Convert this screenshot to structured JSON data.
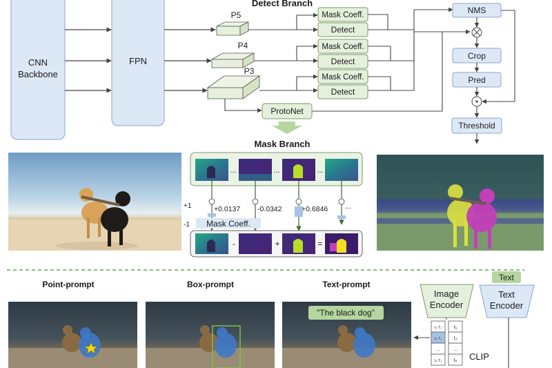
{
  "detect_branch": {
    "title": "Detect Branch",
    "backbone_line1": "CNN",
    "backbone_line2": "Backbone",
    "fpn": "FPN",
    "p5": "P5",
    "p4": "P4",
    "p3": "P3",
    "mask_coeff": "Mask Coeff.",
    "detect": "Detect",
    "protonet": "ProtoNet",
    "nms": "NMS",
    "crop": "Crop",
    "pred": "Pred",
    "threshold": "Threshold"
  },
  "mask_branch": {
    "title": "Mask Branch",
    "coefficients": [
      "+0.0137",
      "-0.0342",
      "+0.6846",
      "..."
    ],
    "ellipsis": "...",
    "plus_one": "+1",
    "minus_one": "-1",
    "mask_coeff_label": "Mask Coeff.",
    "op_minus": "-",
    "op_plus": "+",
    "op_equals": "="
  },
  "prompts": {
    "point": "Point-prompt",
    "box": "Box-prompt",
    "text": "Text-prompt",
    "text_prompt_value": "\"The black dog\""
  },
  "clip": {
    "image_encoder_line1": "Image",
    "image_encoder_line2": "Encoder",
    "text_tag": "Text",
    "text_encoder_line1": "Text",
    "text_encoder_line2": "Encoder",
    "clip_label": "CLIP",
    "matrix_left": [
      "I₁·T₁",
      "I₂·T₁",
      "...",
      "Iₙ·T₁"
    ],
    "matrix_right": [
      "I₁",
      "I₂",
      "...",
      "Iₙ"
    ]
  },
  "colors": {
    "blue_box_fill": "#dde8f6",
    "blue_box_stroke": "#8aa4c8",
    "green_box_fill": "#e4f0dc",
    "green_box_stroke": "#7d9a6a",
    "arrow_green": "#b5d6a0",
    "mask_yellow": "#e5e04a",
    "mask_magenta": "#c23fb8",
    "dash_green": "#4a8a3a"
  }
}
